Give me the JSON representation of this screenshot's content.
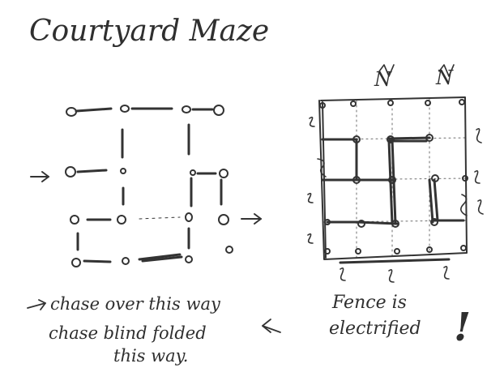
{
  "title": "Courtyard Maze",
  "annotations": {
    "chase_over": "chase over this way",
    "chase_blind_1": "chase blind folded",
    "chase_blind_2": "this way.",
    "fence_1": "Fence is",
    "fence_2": "electrified",
    "exclaim": "!"
  },
  "glyphs": {
    "north": "N",
    "squiggle": "S"
  },
  "colors": {
    "ink": "#333333",
    "paper": "#ffffff"
  }
}
